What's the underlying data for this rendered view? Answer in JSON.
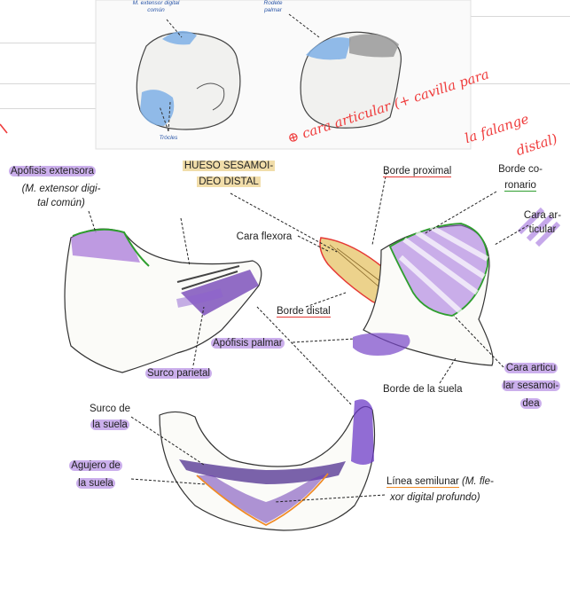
{
  "colors": {
    "highlight_purple": "#a06edc",
    "highlight_yellow": "#ecd28c",
    "underline_red": "#e53935",
    "underline_green": "#2e9e2e",
    "underline_orange": "#f08a24",
    "handwriting_red": "#ef3b3b",
    "highlight_blue": "#7fb0e6"
  },
  "top_images": {
    "label_extensor": "M. extensor digital común",
    "label_rodete": "Rodete palmar",
    "label_trocles": "Trócles"
  },
  "handwritten_note": {
    "line1": "⊕ cara articular (+ cavilla para",
    "line2": "la falange",
    "line3": "distal)"
  },
  "labels": {
    "apofisis_extensora": "Apófisis extensora",
    "m_extensor_1": "(M. extensor digi-",
    "m_extensor_2": "tal común)",
    "hueso_1": "HUESO SESAMOI-",
    "hueso_2": "DEO DISTAL",
    "borde_proximal": "Borde proximal",
    "borde_coronario_1": "Borde co-",
    "borde_coronario_2": "ronario",
    "cara_articular_1": "Cara ar-",
    "cara_articular_2": "ticular",
    "cara_flexora": "Cara flexora",
    "borde_distal": "Borde distal",
    "apofisis_palmar": "Apófisis palmar",
    "surco_parietal": "Surco parietal",
    "cara_art_sesamoidea_1": "Cara articu",
    "cara_art_sesamoidea_2": "lar sesamoi-",
    "cara_art_sesamoidea_3": "dea",
    "borde_suela": "Borde de la suela",
    "surco_suela_1": "Surco de",
    "surco_suela_2": "la suela",
    "agujero_suela_1": "Agujero de",
    "agujero_suela_2": "la suela",
    "linea_semilunar_1a": "Línea semilunar",
    "linea_semilunar_1b": " (M. fle-",
    "linea_semilunar_2": "xor digital profundo)"
  }
}
